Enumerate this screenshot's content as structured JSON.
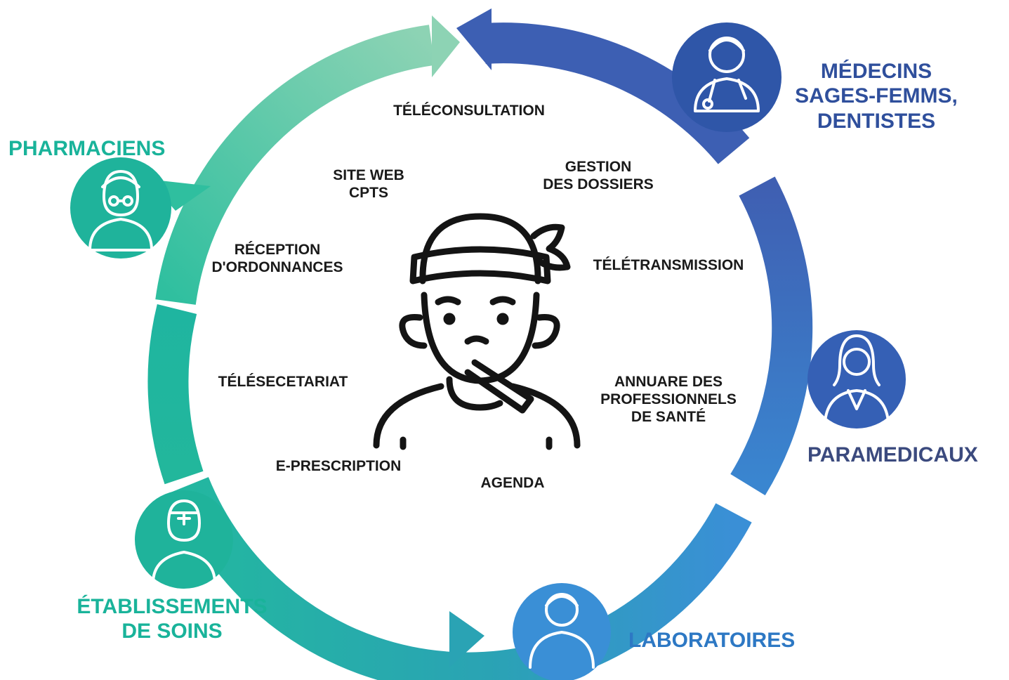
{
  "groups": {
    "medecins": {
      "line1": "MÉDECINS",
      "line2": "SAGES-FEMMS,",
      "line3": "DENTISTES",
      "icon": "doctor-icon",
      "color": "#2f4f9c"
    },
    "paramedicaux": {
      "label": "PARAMEDICAUX",
      "icon": "nurse-woman-icon",
      "color": "#3b4a7e"
    },
    "laboratoires": {
      "label": "LABORATOIRES",
      "icon": "lab-person-icon",
      "color": "#2d78c4"
    },
    "etablissements": {
      "line1": "ÉTABLISSEMENTS",
      "line2": "DE SOINS",
      "icon": "medical-staff-icon",
      "color": "#19b39a"
    },
    "pharmaciens": {
      "label": "PHARMACIENS",
      "icon": "pharmacist-icon",
      "color": "#19b39a"
    }
  },
  "services": {
    "teleconsultation": "TÉLÉCONSULTATION",
    "site_web": {
      "line1": "SITE WEB",
      "line2": "CPTS"
    },
    "gestion": {
      "line1": "GESTION",
      "line2": "DES DOSSIERS"
    },
    "reception": {
      "line1": "RÉCEPTION",
      "line2": "D'ORDONNANCES"
    },
    "teletransmission": "TÉLÉTRANSMISSION",
    "telesecretariat": "TÉLÉSECETARIAT",
    "annuaire": {
      "line1": "ANNUARE DES",
      "line2": "PROFESSIONNELS",
      "line3": "DE SANTÉ"
    },
    "eprescription": "E-PRESCRIPTION",
    "agenda": "AGENDA"
  },
  "center": {
    "icon": "sick-patient-thermometer-icon"
  },
  "colors": {
    "teal": "#1fb89c",
    "teal_light": "#7fcfb0",
    "blue": "#3f66b8",
    "blue_dark": "#2f56a8",
    "blue_light": "#3a8fd6",
    "text": "#1a1a1a"
  }
}
